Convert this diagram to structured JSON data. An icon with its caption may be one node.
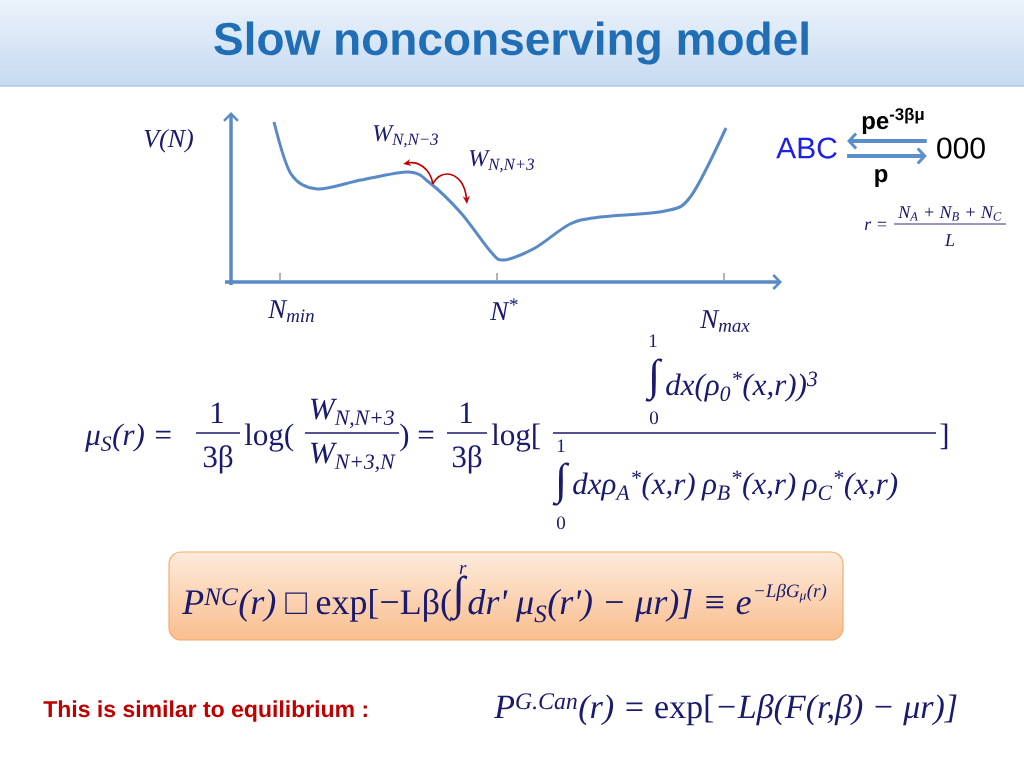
{
  "diagram": {
    "title": "Slow nonconserving model",
    "nodes": [
      {
        "text": [
          "ABC"
        ]
      },
      {
        "text": [
          "000"
        ]
      },
      {
        "text": [
          "P$^{NC}$(r) □",
          "exp[−Lβ(",
          "r",
          "∫",
          "dr' μ$_{S}$(r') − μr)] ≡ e",
          "−LβG$_{μ}$(r)"
        ]
      }
    ],
    "edges": [
      {
        "from": 1,
        "to": 0,
        "arrow": "to",
        "label": "pe$^{-3βμ}$"
      },
      {
        "from": 0,
        "to": 1,
        "arrow": "to",
        "label": "p"
      }
    ],
    "labels": [
      "V(N)",
      "W$_{N,N−3}$",
      "W$_{N,N+3}$",
      "r =",
      "N$_{A}$ + N$_{B}$ + N$_{C}$",
      "L",
      "N$_{min}$",
      "N$^{*}$",
      "N$_{max}$",
      "μ$_{S}$(r) =",
      "1",
      "3β",
      "log(",
      "W$_{N,N+3}$",
      "W$_{N+3,N}$",
      ") =",
      "1",
      "3β",
      "log[",
      "1",
      "∫",
      "dx(ρ$_{0}$$^{*}$(x,r))$^{3}$",
      "0",
      "]",
      "1",
      "∫",
      "dxρ$_{A}$$^{*}$(x,r)",
      "ρ$_{B}$$^{*}$(x,r)",
      "ρ$_{C}$$^{*}$(x,r)",
      "0",
      "This is similar to equilibrium :",
      "P$^{G.Can}$(r) =",
      "exp[",
      "−Lβ(F(r,β) − μr)]"
    ]
  }
}
